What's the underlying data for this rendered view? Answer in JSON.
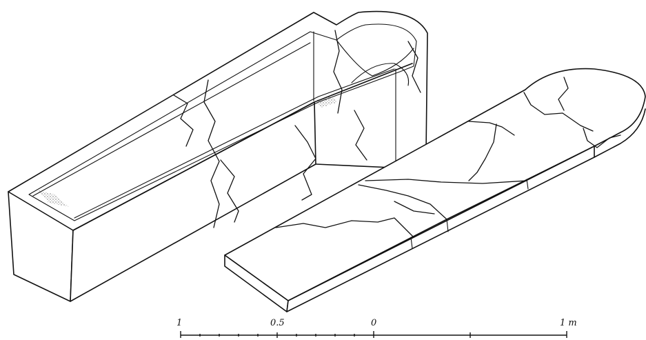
{
  "scale_bar": {
    "labels": [
      {
        "value": "1"
      },
      {
        "value": "0.5"
      },
      {
        "value": "0"
      },
      {
        "value": "1 m"
      }
    ]
  }
}
